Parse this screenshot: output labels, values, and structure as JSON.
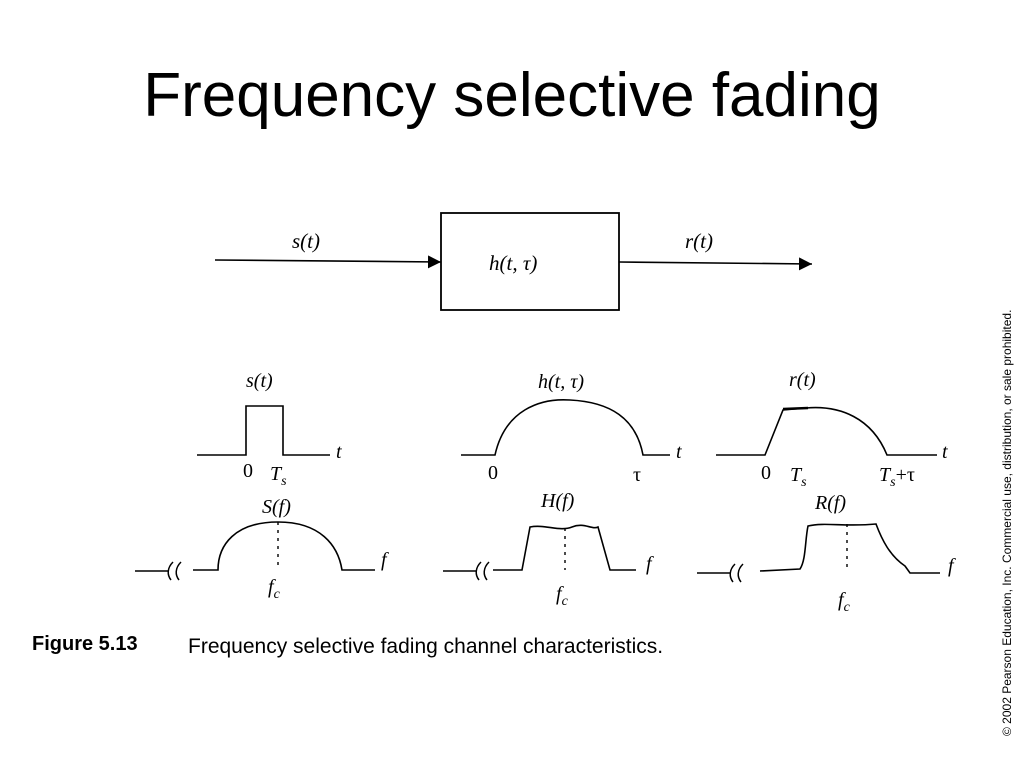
{
  "slide": {
    "title": "Frequency selective fading"
  },
  "block_diagram": {
    "input_label": "s(t)",
    "system_label": "h(t, τ)",
    "output_label": "r(t)"
  },
  "panels": {
    "input": {
      "time_title": "s(t)",
      "time_axis": "t",
      "tick_origin": "0",
      "tick_ts": "T",
      "freq_title": "S(f)",
      "freq_axis": "f",
      "freq_center": "f"
    },
    "channel": {
      "time_title": "h(t, τ)",
      "time_axis": "t",
      "tick_origin": "0",
      "tick_tau": "τ",
      "freq_title": "H(f)",
      "freq_axis": "f",
      "freq_center": "f"
    },
    "output": {
      "time_title": "r(t)",
      "time_axis": "t",
      "tick_origin": "0",
      "tick_ts": "T",
      "tick_end_plus": "+τ",
      "freq_title": "R(f)",
      "freq_axis": "f",
      "freq_center": "f"
    },
    "subscript_s": "s",
    "subscript_c": "c"
  },
  "caption": {
    "number": "Figure 5.13",
    "text": "Frequency selective fading channel characteristics."
  },
  "copyright": "© 2002 Pearson Education, Inc. Commercial use, distribution, or sale prohibited."
}
